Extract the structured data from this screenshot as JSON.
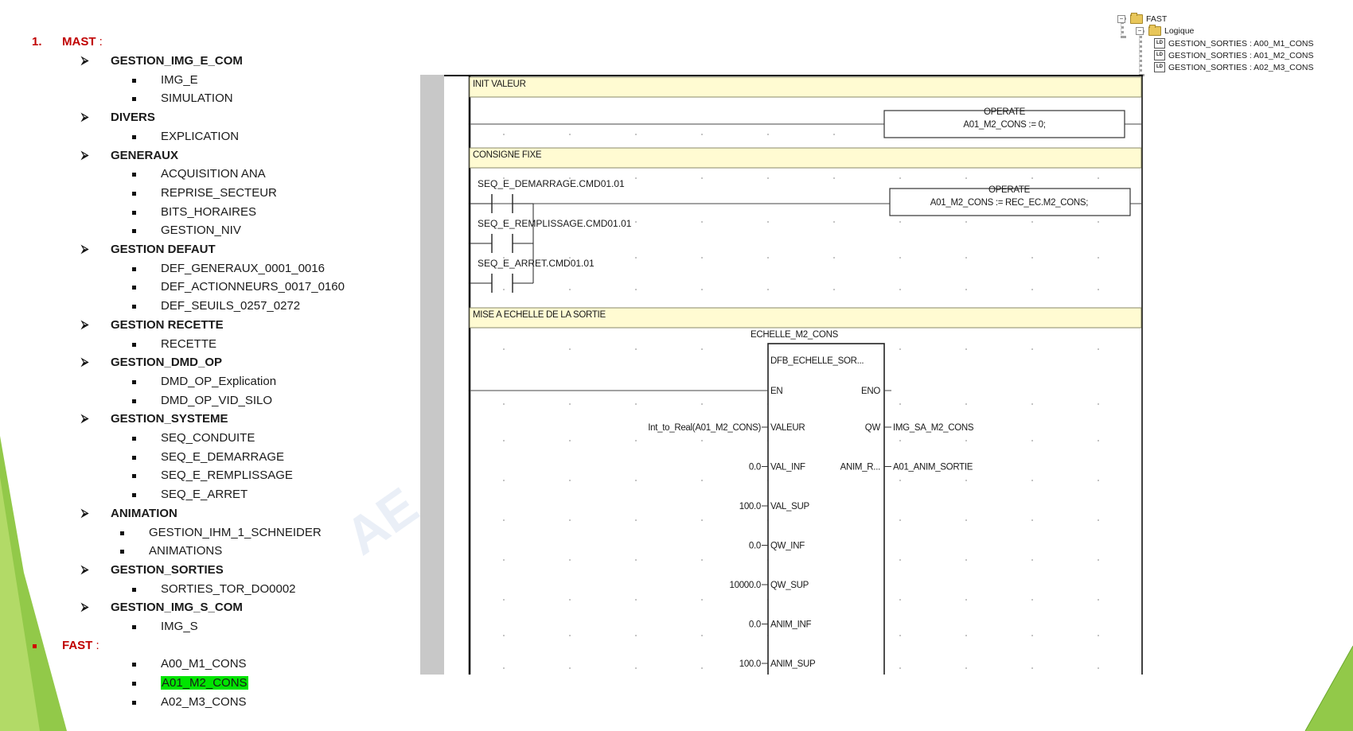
{
  "outline": {
    "mast": {
      "number": "1.",
      "label": "MAST",
      "colon": " :"
    },
    "sections": [
      {
        "title": "GESTION_IMG_E_COM",
        "items": [
          "IMG_E",
          "SIMULATION"
        ]
      },
      {
        "title": "DIVERS",
        "items": [
          "EXPLICATION"
        ]
      },
      {
        "title": "GENERAUX",
        "items": [
          "ACQUISITION ANA",
          "REPRISE_SECTEUR",
          "BITS_HORAIRES",
          "GESTION_NIV"
        ]
      },
      {
        "title": "GESTION DEFAUT",
        "items": [
          "DEF_GENERAUX_0001_0016",
          "DEF_ACTIONNEURS_0017_0160",
          "DEF_SEUILS_0257_0272"
        ]
      },
      {
        "title": "GESTION RECETTE",
        "items": [
          "RECETTE"
        ]
      },
      {
        "title": "GESTION_DMD_OP",
        "items": [
          "DMD_OP_Explication",
          "DMD_OP_VID_SILO"
        ]
      },
      {
        "title": "GESTION_SYSTEME",
        "items": [
          "SEQ_CONDUITE",
          "SEQ_E_DEMARRAGE",
          "SEQ_E_REMPLISSAGE",
          "SEQ_E_ARRET"
        ]
      },
      {
        "title": "ANIMATION",
        "items": [
          "GESTION_IHM_1_SCHNEIDER",
          "ANIMATIONS"
        ]
      },
      {
        "title": "GESTION_SORTIES",
        "items": [
          "SORTIES_TOR_DO0002"
        ]
      },
      {
        "title": "GESTION_IMG_S_COM",
        "items": [
          "IMG_S"
        ]
      }
    ],
    "fast": {
      "label": "FAST",
      "colon": " :",
      "items": [
        "A00_M1_CONS",
        "A01_M2_CONS",
        "A02_M3_CONS"
      ],
      "highlighted_index": 1
    }
  },
  "tree": {
    "root": "FAST",
    "child": "Logique",
    "sections": [
      "GESTION_SORTIES : A00_M1_CONS",
      "GESTION_SORTIES : A01_M2_CONS",
      "GESTION_SORTIES : A02_M3_CONS"
    ],
    "expander_symbol": "−"
  },
  "ladder": {
    "rung1": {
      "comment": "INIT VALEUR",
      "operate_title": "OPERATE",
      "operate_expr": "A01_M2_CONS := 0;"
    },
    "rung2": {
      "comment": "CONSIGNE FIXE",
      "contacts": [
        "SEQ_E_DEMARRAGE.CMD01.01",
        "SEQ_E_REMPLISSAGE.CMD01.01",
        "SEQ_E_ARRET.CMD01.01"
      ],
      "operate_title": "OPERATE",
      "operate_expr": "A01_M2_CONS := REC_EC.M2_CONS;"
    },
    "rung3": {
      "comment": "MISE A ECHELLE DE LA SORTIE",
      "instance": "ECHELLE_M2_CONS",
      "type": "DFB_ECHELLE_SOR...",
      "en": "EN",
      "eno": "ENO",
      "inputs": [
        {
          "pin": "VALEUR",
          "value": "Int_to_Real(A01_M2_CONS)"
        },
        {
          "pin": "VAL_INF",
          "value": "0.0"
        },
        {
          "pin": "VAL_SUP",
          "value": "100.0"
        },
        {
          "pin": "QW_INF",
          "value": "0.0"
        },
        {
          "pin": "QW_SUP",
          "value": "10000.0"
        },
        {
          "pin": "ANIM_INF",
          "value": "0.0"
        },
        {
          "pin": "ANIM_SUP",
          "value": "100.0"
        }
      ],
      "outputs": [
        {
          "pin": "QW",
          "value": "IMG_SA_M2_CONS"
        },
        {
          "pin": "ANIM_R...",
          "value": "A01_ANIM_SORTIE"
        }
      ]
    }
  },
  "colors": {
    "accent_red": "#c00000",
    "highlight_green": "#00e400",
    "comment_band": "#fffbd2",
    "deco_green": "#8cc63f"
  },
  "watermark": "AE"
}
